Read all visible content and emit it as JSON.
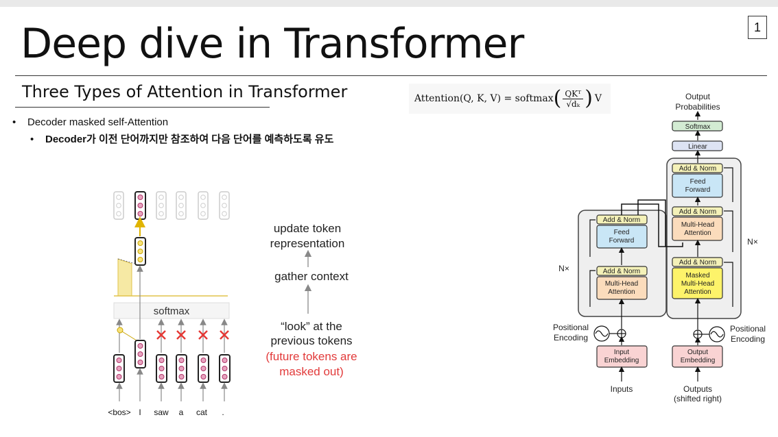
{
  "slide": {
    "title": "Deep dive in Transformer",
    "page_number": "1",
    "subtitle": "Three Types of Attention in Transformer",
    "bullet_main": "Decoder masked self-Attention",
    "bullet_sub": "Decoder가 이전 단어까지만 참조하여 다음 단어를 예측하도록 유도"
  },
  "formula": {
    "lhs": "Attention(Q, K, V) = softmax",
    "numerator": "QKᵀ",
    "denominator": "√dₖ",
    "rhs": "V"
  },
  "masked_attention_figure": {
    "softmax_label": "softmax",
    "tokens": [
      "<bos>",
      "I",
      "saw",
      "a",
      "cat",
      "."
    ],
    "annotation_update": [
      "update token",
      "representation"
    ],
    "annotation_gather": "gather context",
    "annotation_look": [
      "“look” at the",
      "previous tokens"
    ],
    "annotation_masked": [
      "(future tokens are",
      "masked out)"
    ],
    "colors": {
      "mask_red": "#e53935",
      "highlight_yellow": "#f2d64b",
      "pink": "#d4578a",
      "note_red": "#e23a3a"
    }
  },
  "transformer_diagram": {
    "output_probabilities": [
      "Output",
      "Probabilities"
    ],
    "softmax": "Softmax",
    "linear": "Linear",
    "add_norm": "Add & Norm",
    "feed_forward": [
      "Feed",
      "Forward"
    ],
    "multi_head_attention": [
      "Multi-Head",
      "Attention"
    ],
    "masked_multi_head_attention": [
      "Masked",
      "Multi-Head",
      "Attention"
    ],
    "nx_left": "N×",
    "nx_right": "N×",
    "positional_encoding_left": [
      "Positional",
      "Encoding"
    ],
    "positional_encoding_right": [
      "Positional",
      "Encoding"
    ],
    "input_embedding": [
      "Input",
      "Embedding"
    ],
    "output_embedding": [
      "Output",
      "Embedding"
    ],
    "inputs": "Inputs",
    "outputs": [
      "Outputs",
      "(shifted right)"
    ],
    "colors": {
      "add_norm": "#f4f1b8",
      "feed_forward": "#c9e6f6",
      "attention": "#fbdcbc",
      "masked_attention": "#fdf36a",
      "embedding": "#f9d3d3",
      "softmax": "#d3ecd3",
      "linear": "#dde3f3",
      "block_bg": "#efefef"
    }
  }
}
